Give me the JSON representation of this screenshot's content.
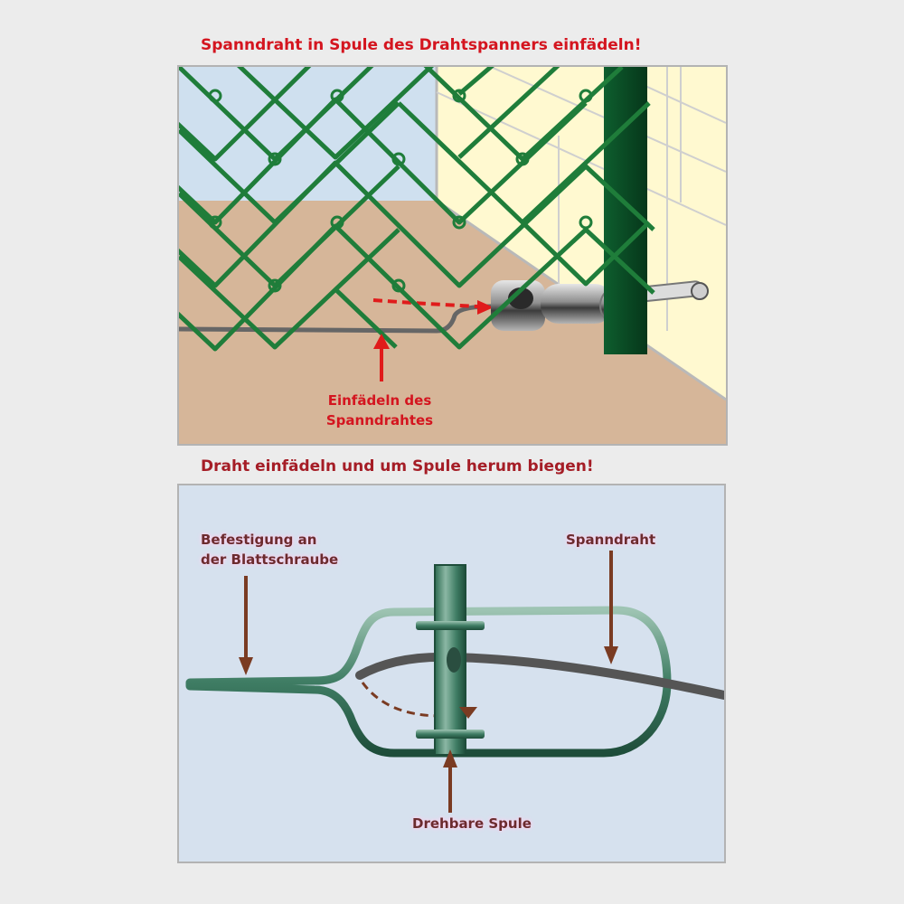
{
  "top_panel": {
    "heading": "Spanndraht in Spule des Drahtspanners einfädeln!",
    "callout_line1": "Einfädeln des",
    "callout_line2": "Spanndrahtes"
  },
  "bottom_panel": {
    "heading": "Draht einfädeln und um Spule herum biegen!",
    "label_attachment_line1": "Befestigung an",
    "label_attachment_line2": "der Blattschraube",
    "label_wire": "Spanndraht",
    "label_spool": "Drehbare Spule"
  },
  "colors": {
    "heading_red": "#d4151f",
    "heading_dark_red": "#a51d26",
    "fence_green": "#1f7d3a",
    "post_green": "#0b4a25",
    "wall_cream": "#fff9d0",
    "ground_tan": "#d6b699",
    "sky_blue": "#cfe0ef",
    "tensioner_green": "#4d8b72",
    "label_dark": "#6b2b2e",
    "label_glow": "#ffd0ef"
  }
}
